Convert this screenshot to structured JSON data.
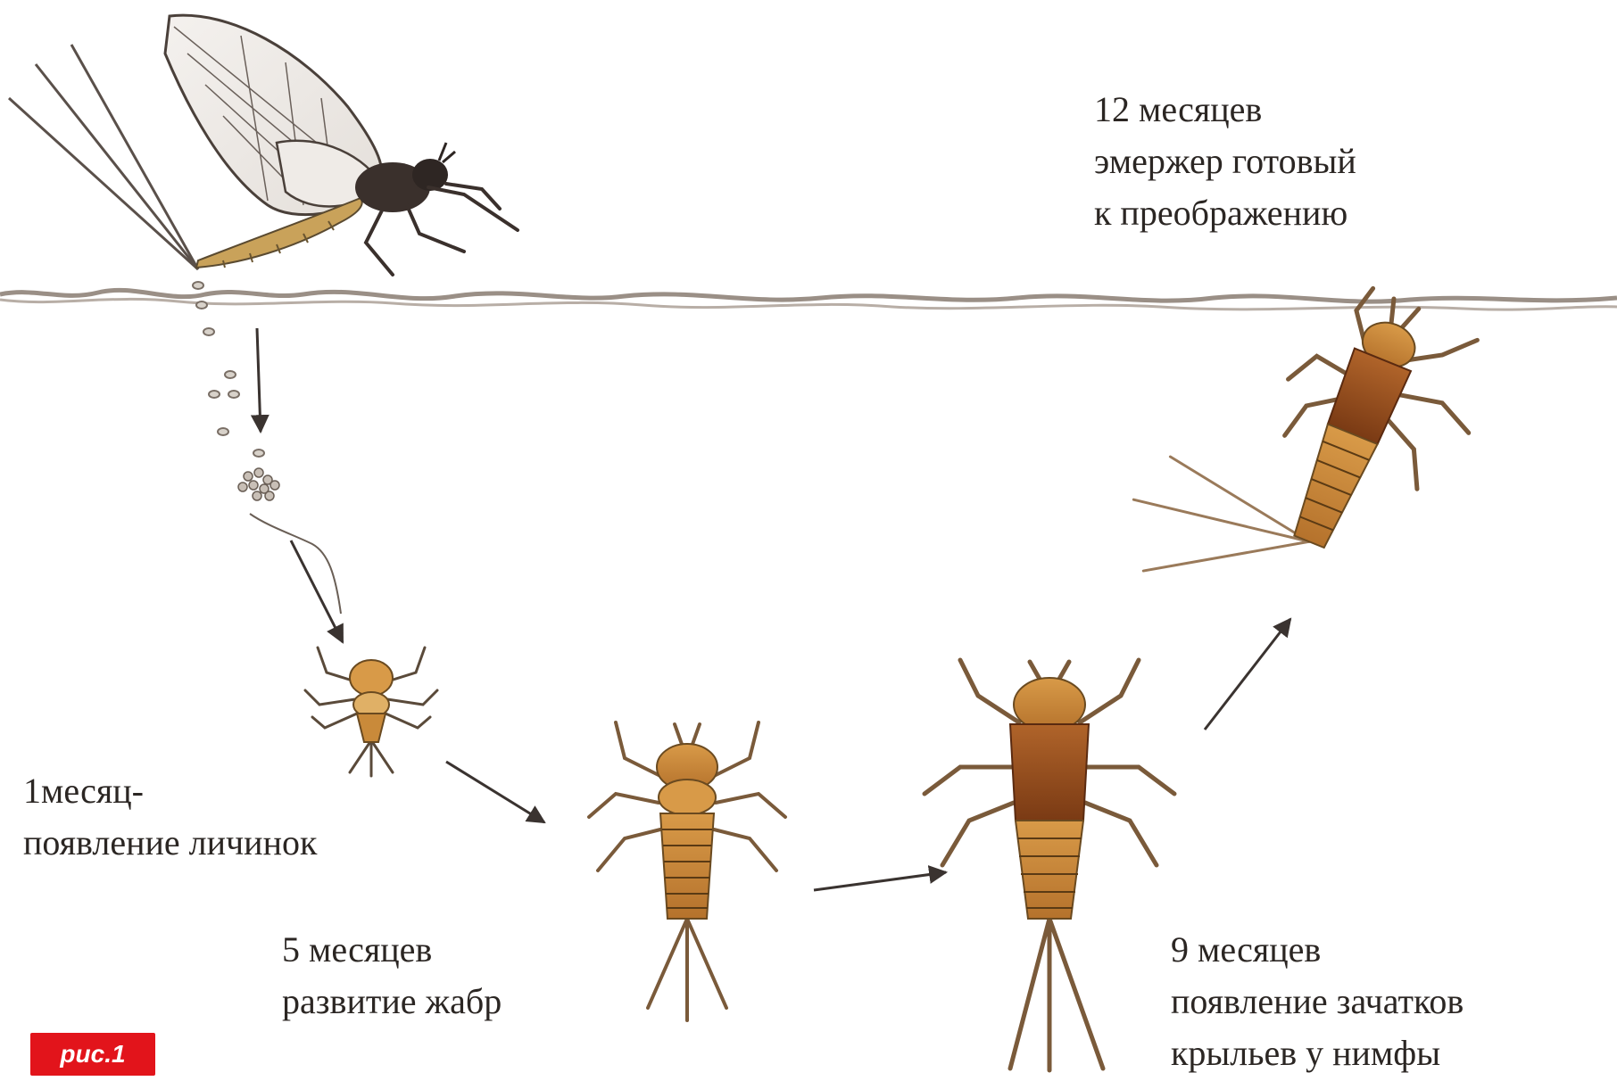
{
  "stages": {
    "adult": {
      "lines": [
        "12 месяцев",
        "эмержер готовый",
        "к преображению"
      ]
    },
    "larva": {
      "lines": [
        "1месяц-",
        "появление личинок"
      ]
    },
    "gills": {
      "lines": [
        "5 месяцев",
        "развитие жабр"
      ]
    },
    "wings": {
      "lines": [
        "9 месяцев",
        "появление зачатков",
        "крыльев  у нимфы"
      ]
    }
  },
  "figure_label": "рис.1",
  "colors": {
    "badge": "#e2141b",
    "nymph_body": "#c98a3a",
    "nymph_dark": "#7a3a14",
    "adult_body": "#3a302c",
    "water_line": "#9a8f86"
  }
}
